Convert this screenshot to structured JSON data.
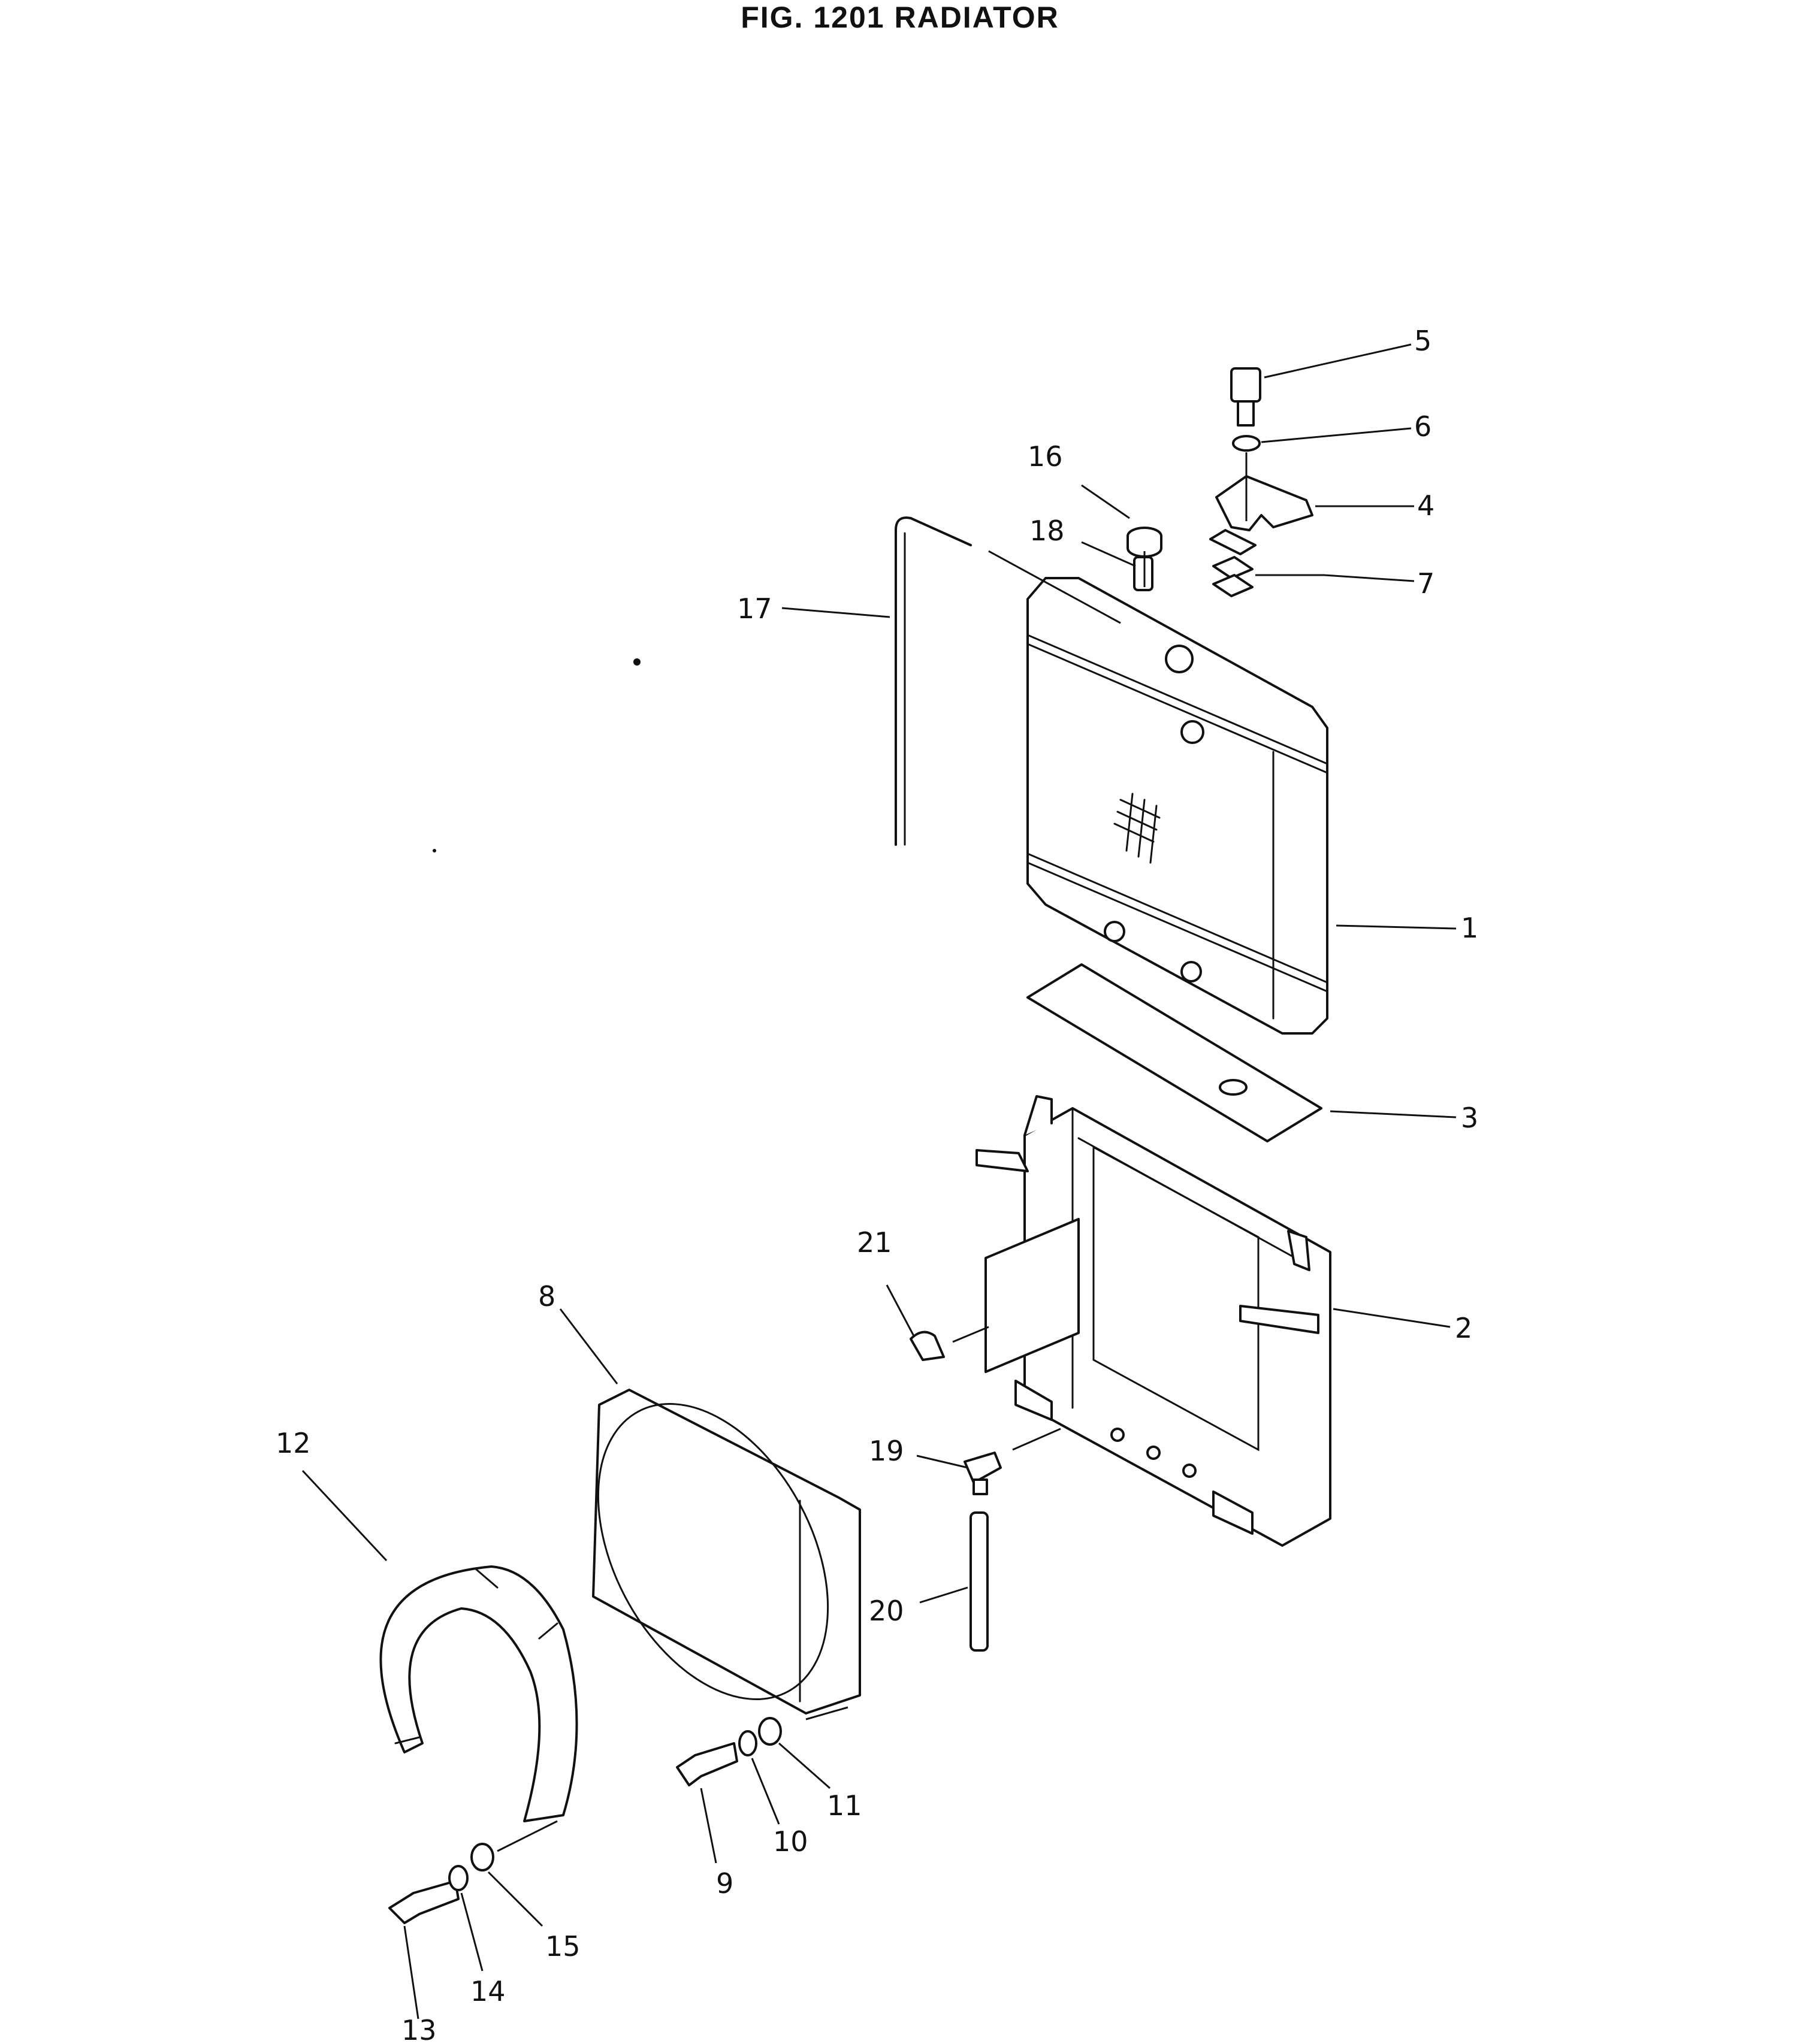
{
  "figure": {
    "title": "FIG. 1201  RADIATOR"
  },
  "callouts": [
    {
      "id": "c1",
      "label": "1"
    },
    {
      "id": "c2",
      "label": "2"
    },
    {
      "id": "c3",
      "label": "3"
    },
    {
      "id": "c4",
      "label": "4"
    },
    {
      "id": "c5",
      "label": "5"
    },
    {
      "id": "c6",
      "label": "6"
    },
    {
      "id": "c7",
      "label": "7"
    },
    {
      "id": "c8",
      "label": "8"
    },
    {
      "id": "c9",
      "label": "9"
    },
    {
      "id": "c10",
      "label": "10"
    },
    {
      "id": "c11",
      "label": "11"
    },
    {
      "id": "c12",
      "label": "12"
    },
    {
      "id": "c13",
      "label": "13"
    },
    {
      "id": "c14",
      "label": "14"
    },
    {
      "id": "c15",
      "label": "15"
    },
    {
      "id": "c16",
      "label": "16"
    },
    {
      "id": "c17",
      "label": "17"
    },
    {
      "id": "c18",
      "label": "18"
    },
    {
      "id": "c19",
      "label": "19"
    },
    {
      "id": "c20",
      "label": "20"
    },
    {
      "id": "c21",
      "label": "21"
    }
  ]
}
